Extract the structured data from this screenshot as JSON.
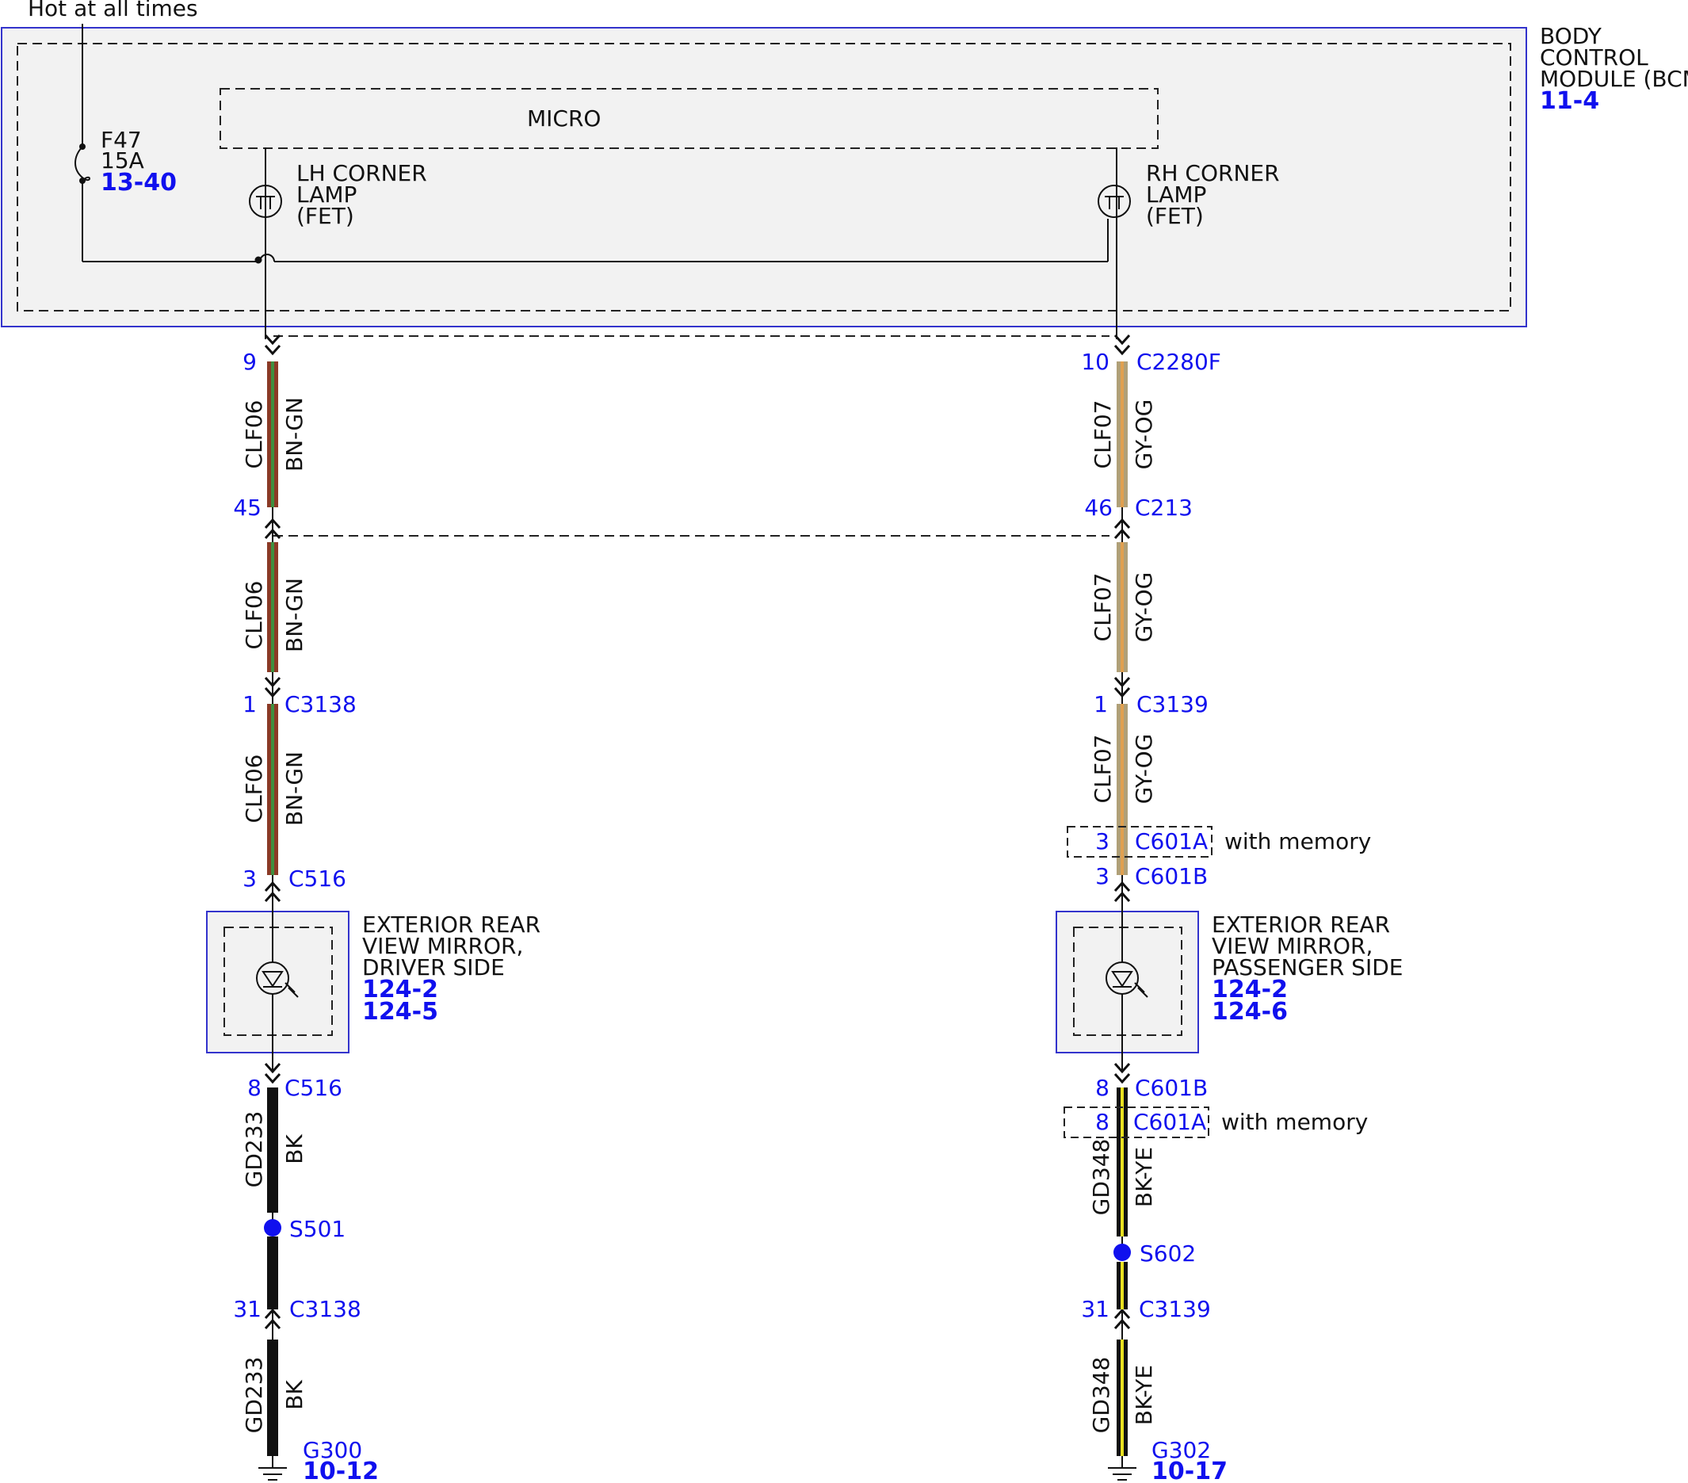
{
  "colors": {
    "wire_line": "#111111",
    "label_blue": "#1010ee",
    "module_border": "#3333cc",
    "module_fill": "#f2f2f2",
    "bn_gn_wire": "#8b3a26",
    "bn_gn_stripe": "#3f8f3f",
    "gy_og_wire": "#b0a078",
    "gy_og_stripe": "#e0a050",
    "bk_wire": "#111111",
    "bk_ye_stripe": "#e8e020",
    "splice_dot": "#1010ee"
  },
  "power": {
    "label": "Hot at all times"
  },
  "bcm": {
    "name_lines": [
      "BODY",
      "CONTROL",
      "MODULE (BCM)"
    ],
    "ref": "11-4",
    "micro": "MICRO",
    "fuse": {
      "id": "F47",
      "rating": "15A",
      "ref": "13-40"
    },
    "lh_fet": [
      "LH CORNER",
      "LAMP",
      "(FET)"
    ],
    "rh_fet": [
      "RH CORNER",
      "LAMP",
      "(FET)"
    ]
  },
  "left": {
    "c1": {
      "pin": "9"
    },
    "seg1": {
      "circuit": "CLF06",
      "color": "BN-GN"
    },
    "c2": {
      "pin": "45"
    },
    "seg2": {
      "circuit": "CLF06",
      "color": "BN-GN"
    },
    "c3": {
      "pin": "1",
      "name": "C3138"
    },
    "seg3": {
      "circuit": "CLF06",
      "color": "BN-GN"
    },
    "c4": {
      "pin": "3",
      "name": "C516"
    },
    "mirror": {
      "lines": [
        "EXTERIOR REAR",
        "VIEW MIRROR,",
        "DRIVER SIDE"
      ],
      "refs": [
        "124-2",
        "124-5"
      ]
    },
    "c5": {
      "pin": "8",
      "name": "C516"
    },
    "seg4": {
      "circuit": "GD233",
      "color": "BK"
    },
    "splice": "S501",
    "c6": {
      "pin": "31",
      "name": "C3138"
    },
    "seg5": {
      "circuit": "GD233",
      "color": "BK"
    },
    "ground": {
      "name": "G300",
      "ref": "10-12"
    }
  },
  "right": {
    "c1": {
      "pin": "10",
      "name": "C2280F"
    },
    "seg1": {
      "circuit": "CLF07",
      "color": "GY-OG"
    },
    "c2": {
      "pin": "46",
      "name": "C213"
    },
    "seg2": {
      "circuit": "CLF07",
      "color": "GY-OG"
    },
    "c3": {
      "pin": "1",
      "name": "C3139"
    },
    "seg3": {
      "circuit": "CLF07",
      "color": "GY-OG"
    },
    "opt1": {
      "pin": "3",
      "name": "C601A",
      "note": "with memory"
    },
    "c4": {
      "pin": "3",
      "name": "C601B"
    },
    "mirror": {
      "lines": [
        "EXTERIOR REAR",
        "VIEW MIRROR,",
        "PASSENGER SIDE"
      ],
      "refs": [
        "124-2",
        "124-6"
      ]
    },
    "c5": {
      "pin": "8",
      "name": "C601B"
    },
    "opt2": {
      "pin": "8",
      "name": "C601A",
      "note": "with memory"
    },
    "seg4": {
      "circuit": "GD348",
      "color": "BK-YE"
    },
    "splice": "S602",
    "c6": {
      "pin": "31",
      "name": "C3139"
    },
    "seg5": {
      "circuit": "GD348",
      "color": "BK-YE"
    },
    "ground": {
      "name": "G302",
      "ref": "10-17"
    }
  }
}
